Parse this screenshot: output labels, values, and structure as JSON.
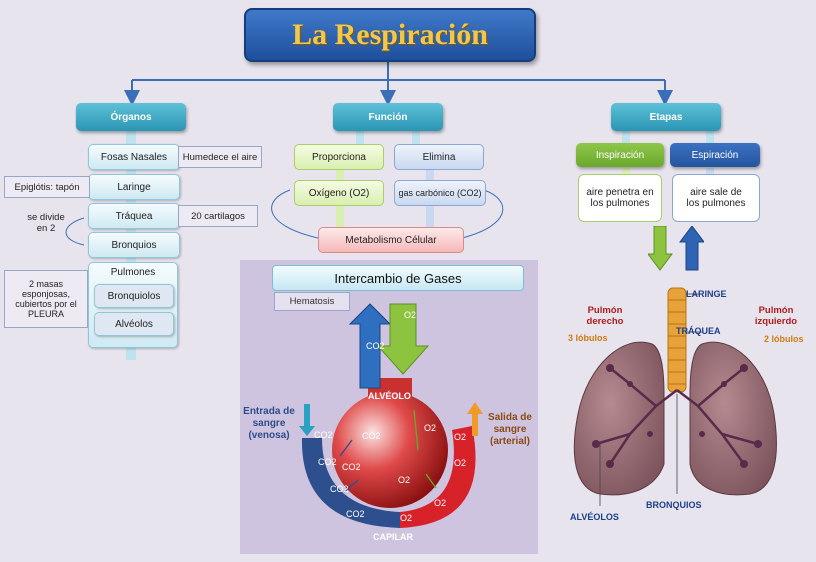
{
  "title": "La Respiración",
  "categories": {
    "organos": "Órganos",
    "funcion": "Función",
    "etapas": "Etapas"
  },
  "organos": {
    "fosas": "Fosas Nasales",
    "fosas_note": "Humedece el aire",
    "laringe": "Laringe",
    "laringe_note": "Epiglótis: tapón",
    "traquea": "Tráquea",
    "traquea_note": "20 cartilagos",
    "divide_note": "se divide en 2",
    "bronquios": "Bronquios",
    "pulmones": "Pulmones",
    "pulmones_note": "2 masas esponjosas, cubiertos por el PLEURA",
    "bronquiolos": "Bronquiolos",
    "alveolos": "Alvéolos"
  },
  "funcion": {
    "proporciona": "Proporciona",
    "elimina": "Elimina",
    "oxigeno": "Oxígeno (O2)",
    "gas": "gas carbónico (CO2)",
    "metabolismo": "Metabolismo Célular"
  },
  "etapas": {
    "inspiracion": "Inspiración",
    "espiracion": "Espiración",
    "insp_desc": "aire penetra en los pulmones",
    "esp_desc": "aire sale de los pulmones"
  },
  "intercambio": {
    "title": "Intercambio de Gases",
    "hematosis": "Hematosis",
    "co2": "CO2",
    "o2": "O2",
    "alveolo": "ALVÉOLO",
    "entrada": "Entrada de sangre (venosa)",
    "salida": "Salida de sangre (arterial)",
    "capilar": "CAPILAR"
  },
  "pulmon": {
    "laringe": "LARINGE",
    "traquea": "TRÁQUEA",
    "derecho": "Pulmón derecho",
    "derecho_lobulos": "3 lóbulos",
    "izquierdo": "Pulmón izquierdo",
    "izquierdo_lobulos": "2 lóbulos",
    "bronquios": "BRONQUIOS",
    "alveolos": "ALVÉOLOS"
  },
  "colors": {
    "title_bg": "#2a62b3",
    "title_text": "#f2c84b",
    "category": "#3aa7c4",
    "inspiracion": "#7cb93a",
    "espiracion": "#2f63b3",
    "panel": "#cfc4e0"
  }
}
